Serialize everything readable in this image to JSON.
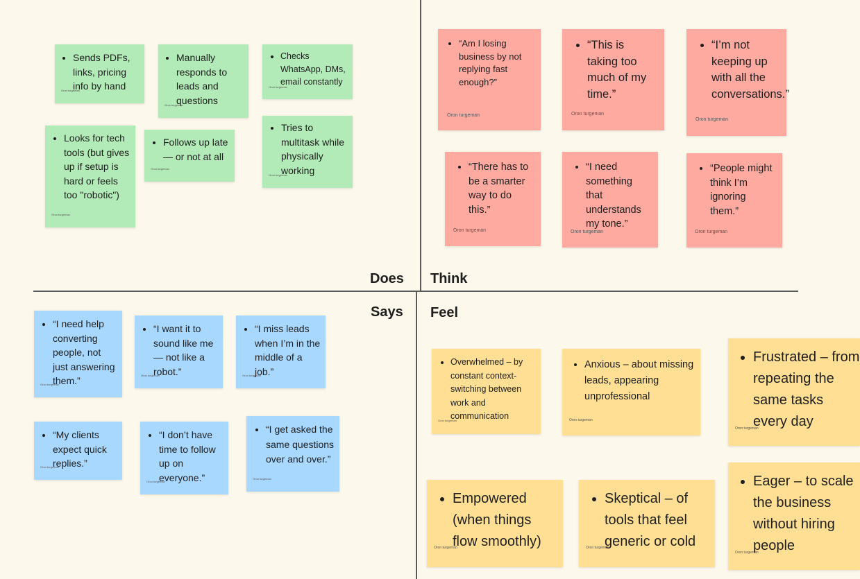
{
  "colors": {
    "canvas": "#fdf8ec",
    "does": "#b2ebb7",
    "think": "#ffaaa0",
    "says": "#a9d8fe",
    "feel": "#fedf93"
  },
  "quadrants": {
    "does": "Does",
    "think": "Think",
    "says": "Says",
    "feel": "Feel"
  },
  "does_notes": [
    {
      "text": "Sends PDFs, links, pricing info by hand",
      "author": "Oron turgeman"
    },
    {
      "text": "Manually responds to leads and questions",
      "author": "Oron turgeman"
    },
    {
      "text": "Checks WhatsApp, DMs, email constantly",
      "author": "Oron turgeman"
    },
    {
      "text": "Looks for tech tools (but gives up if setup is hard or feels too \"robotic\")",
      "author": "Oron turgeman"
    },
    {
      "text": "Follows up late — or not at all",
      "author": "Oron turgeman"
    },
    {
      "text": "Tries to multitask while physically working",
      "author": "Oron turgeman"
    }
  ],
  "think_notes": [
    {
      "text": "“Am I losing business by not replying fast enough?”",
      "author": "Oron turgeman"
    },
    {
      "text": "“This is taking too much of my time.”",
      "author": "Oron turgeman"
    },
    {
      "text": "“I’m not keeping up with all the conversations.”",
      "author": "Oron turgeman"
    },
    {
      "text": "“There has to be a smarter way to do this.”",
      "author": "Oron turgeman"
    },
    {
      "text": "“I need something that understands my tone.”",
      "author": "Oron turgeman"
    },
    {
      "text": "“People might think I’m ignoring them.”",
      "author": "Oron turgeman"
    }
  ],
  "says_notes": [
    {
      "text": "“I need help converting people, not just answering them.”",
      "author": "Oron turgeman"
    },
    {
      "text": "“I want it to sound like me — not like a robot.”",
      "author": "Oron turgeman"
    },
    {
      "text": "“I miss leads when I’m in the middle of a job.”",
      "author": "Oron turgeman"
    },
    {
      "text": "“My clients expect quick replies.”",
      "author": "Oron turgeman"
    },
    {
      "text": "“I don’t have time to follow up on everyone.”",
      "author": "Oron turgeman"
    },
    {
      "text": "“I get asked the same questions over and over.”",
      "author": "Oron turgeman"
    }
  ],
  "feel_notes": [
    {
      "text": "Overwhelmed – by constant context-switching between work and communication",
      "author": "Oron turgeman"
    },
    {
      "text": "Anxious – about missing leads, appearing unprofessional",
      "author": "Oron turgeman"
    },
    {
      "text": "Frustrated – from repeating the same tasks every day",
      "author": "Oron turgeman"
    },
    {
      "text": "Empowered (when things flow smoothly)",
      "author": "Oron turgeman"
    },
    {
      "text": "Skeptical – of tools that feel generic or cold",
      "author": "Oron turgeman"
    },
    {
      "text": "Eager – to scale the business without hiring people",
      "author": "Oron turgeman"
    }
  ]
}
